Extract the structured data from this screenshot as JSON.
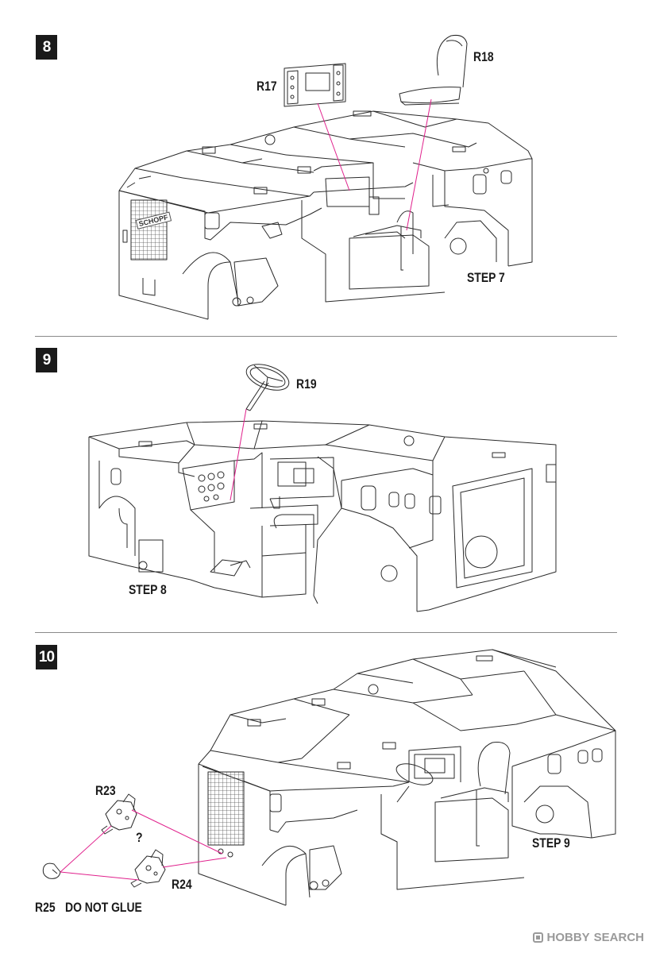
{
  "steps": [
    {
      "number": "8",
      "parts": [
        "R17",
        "R18"
      ],
      "reference": "STEP 7"
    },
    {
      "number": "9",
      "parts": [
        "R19"
      ],
      "reference": "STEP 8"
    },
    {
      "number": "10",
      "parts": [
        "R23",
        "R24",
        "R25"
      ],
      "reference": "STEP 9",
      "query_mark": "?",
      "note": "DO NOT GLUE"
    }
  ],
  "hull_badge": "SCHOPF",
  "watermark": {
    "brand": "HOBBY",
    "brand_tail": "SEARCH"
  },
  "colors": {
    "leader": "#e0208c",
    "line": "#2a2a2a",
    "badge": "#1a1a1a"
  }
}
